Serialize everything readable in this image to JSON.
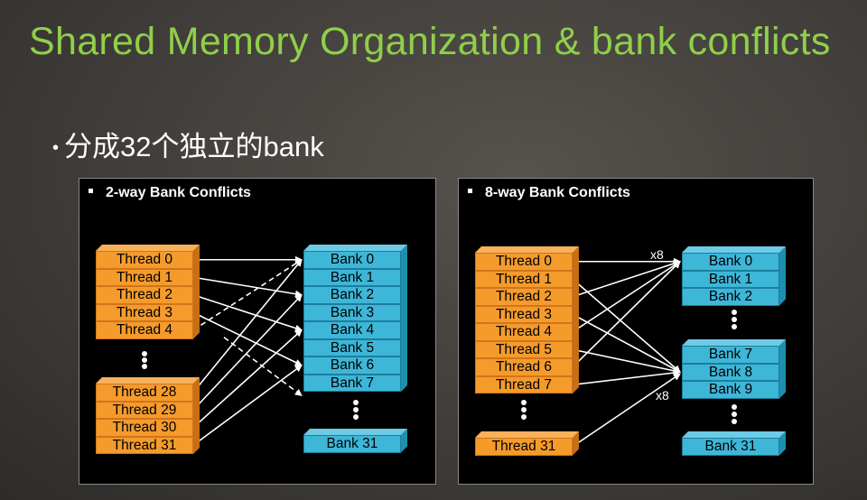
{
  "title": "Shared Memory Organization & bank conflicts",
  "bullet": "分成32个独立的bank",
  "panel_a": {
    "title": "2-way Bank Conflicts",
    "threads_top": [
      "Thread 0",
      "Thread 1",
      "Thread 2",
      "Thread 3",
      "Thread 4"
    ],
    "threads_bottom": [
      "Thread 28",
      "Thread 29",
      "Thread 30",
      "Thread 31"
    ],
    "banks": [
      "Bank 0",
      "Bank 1",
      "Bank 2",
      "Bank 3",
      "Bank 4",
      "Bank 5",
      "Bank 6",
      "Bank 7"
    ],
    "bank_last": "Bank 31"
  },
  "panel_b": {
    "title": "8-way Bank Conflicts",
    "threads": [
      "Thread 0",
      "Thread 1",
      "Thread 2",
      "Thread 3",
      "Thread 4",
      "Thread 5",
      "Thread 6",
      "Thread 7"
    ],
    "thread_last": "Thread 31",
    "banks_top": [
      "Bank 0",
      "Bank 1",
      "Bank 2"
    ],
    "banks_mid": [
      "Bank 7",
      "Bank 8",
      "Bank 9"
    ],
    "bank_last": "Bank 31",
    "label_top": "x8",
    "label_bottom": "x8"
  },
  "colors": {
    "title_green": "#8fcf4a",
    "thread_orange": "#f49b2c",
    "bank_cyan": "#3eb6d8"
  }
}
